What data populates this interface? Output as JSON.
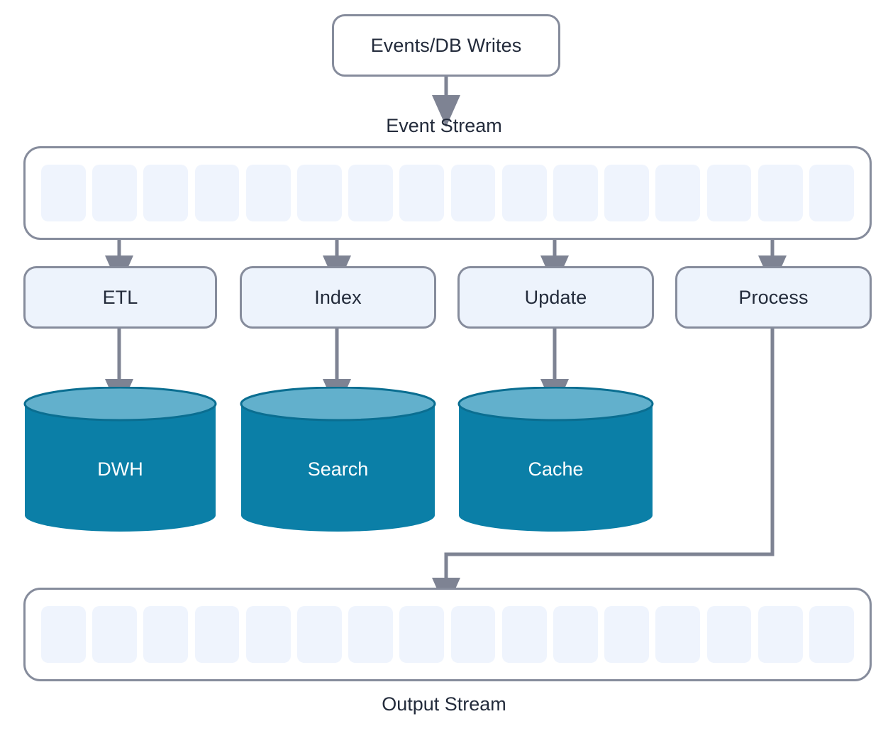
{
  "diagram": {
    "title": "Event Stream Fan-out Architecture",
    "colors": {
      "box_border": "#868c9c",
      "box_fill": "#edf3fc",
      "stream_segment": "#eff4fd",
      "cylinder_body": "#0b7fa7",
      "cylinder_top": "#62b0cc",
      "cylinder_edge": "#0a6e91",
      "arrow": "#7e8393",
      "text": "#232b3b",
      "cylinder_text": "#ffffff",
      "canvas": "#ffffff"
    },
    "source": {
      "label": "Events/DB Writes"
    },
    "streams": [
      {
        "id": "event-stream",
        "caption": "Event Stream",
        "caption_position": "above",
        "segments": 16
      },
      {
        "id": "output-stream",
        "caption": "Output Stream",
        "caption_position": "below",
        "segments": 16
      }
    ],
    "consumers": [
      {
        "label": "ETL"
      },
      {
        "label": "Index"
      },
      {
        "label": "Update"
      },
      {
        "label": "Process"
      }
    ],
    "stores": [
      {
        "label": "DWH"
      },
      {
        "label": "Search"
      },
      {
        "label": "Cache"
      }
    ],
    "flows": [
      {
        "from": "Events/DB Writes",
        "to": "Event Stream",
        "kind": "arrow-down"
      },
      {
        "from": "Event Stream",
        "to": "ETL",
        "kind": "arrow-down"
      },
      {
        "from": "Event Stream",
        "to": "Index",
        "kind": "arrow-down"
      },
      {
        "from": "Event Stream",
        "to": "Update",
        "kind": "arrow-down"
      },
      {
        "from": "Event Stream",
        "to": "Process",
        "kind": "arrow-down"
      },
      {
        "from": "ETL",
        "to": "DWH",
        "kind": "arrow-down"
      },
      {
        "from": "Index",
        "to": "Search",
        "kind": "arrow-down"
      },
      {
        "from": "Update",
        "to": "Cache",
        "kind": "arrow-down"
      },
      {
        "from": "Process",
        "to": "Output Stream",
        "kind": "elbow-arrow"
      }
    ]
  }
}
